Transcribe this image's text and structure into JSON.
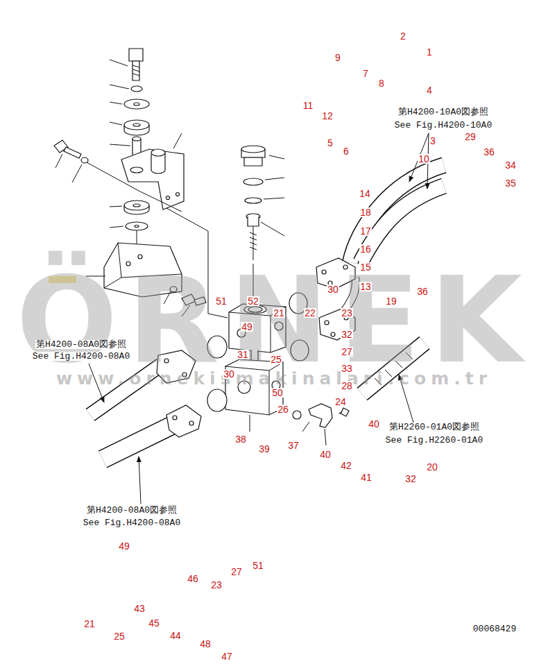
{
  "diagram": {
    "labels": [
      "2",
      "1",
      "9",
      "7",
      "8",
      "4",
      "11",
      "第H4200-10A0図参照",
      "12",
      "See Fig.H4200-10A0",
      "29",
      "3",
      "5",
      "6",
      "36",
      "10",
      "34",
      "35",
      "14",
      "18",
      "17",
      "16",
      "15",
      "ÖRNEK",
      "13",
      "30",
      "36",
      "51",
      "52",
      "19",
      "21",
      "22",
      "23",
      "49",
      "32",
      "第H4200-08A0図参照",
      "27",
      "31",
      "See Fig.H4200-08A0",
      "25",
      "www.ornekismakinalari.com.tr",
      "33",
      "30",
      "28",
      "50",
      "24",
      "26",
      "40",
      "第H2260-01A0図参照",
      "38",
      "See Fig.H2260-01A0",
      "37",
      "39",
      "40",
      "42",
      "20",
      "41",
      "32",
      "第H4200-08A0図参照",
      "See Fig.H4200-08A0",
      "49",
      "51",
      "27",
      "46",
      "23",
      "43",
      "45",
      "21",
      "00068429",
      "25",
      "44",
      "48",
      "47"
    ]
  }
}
